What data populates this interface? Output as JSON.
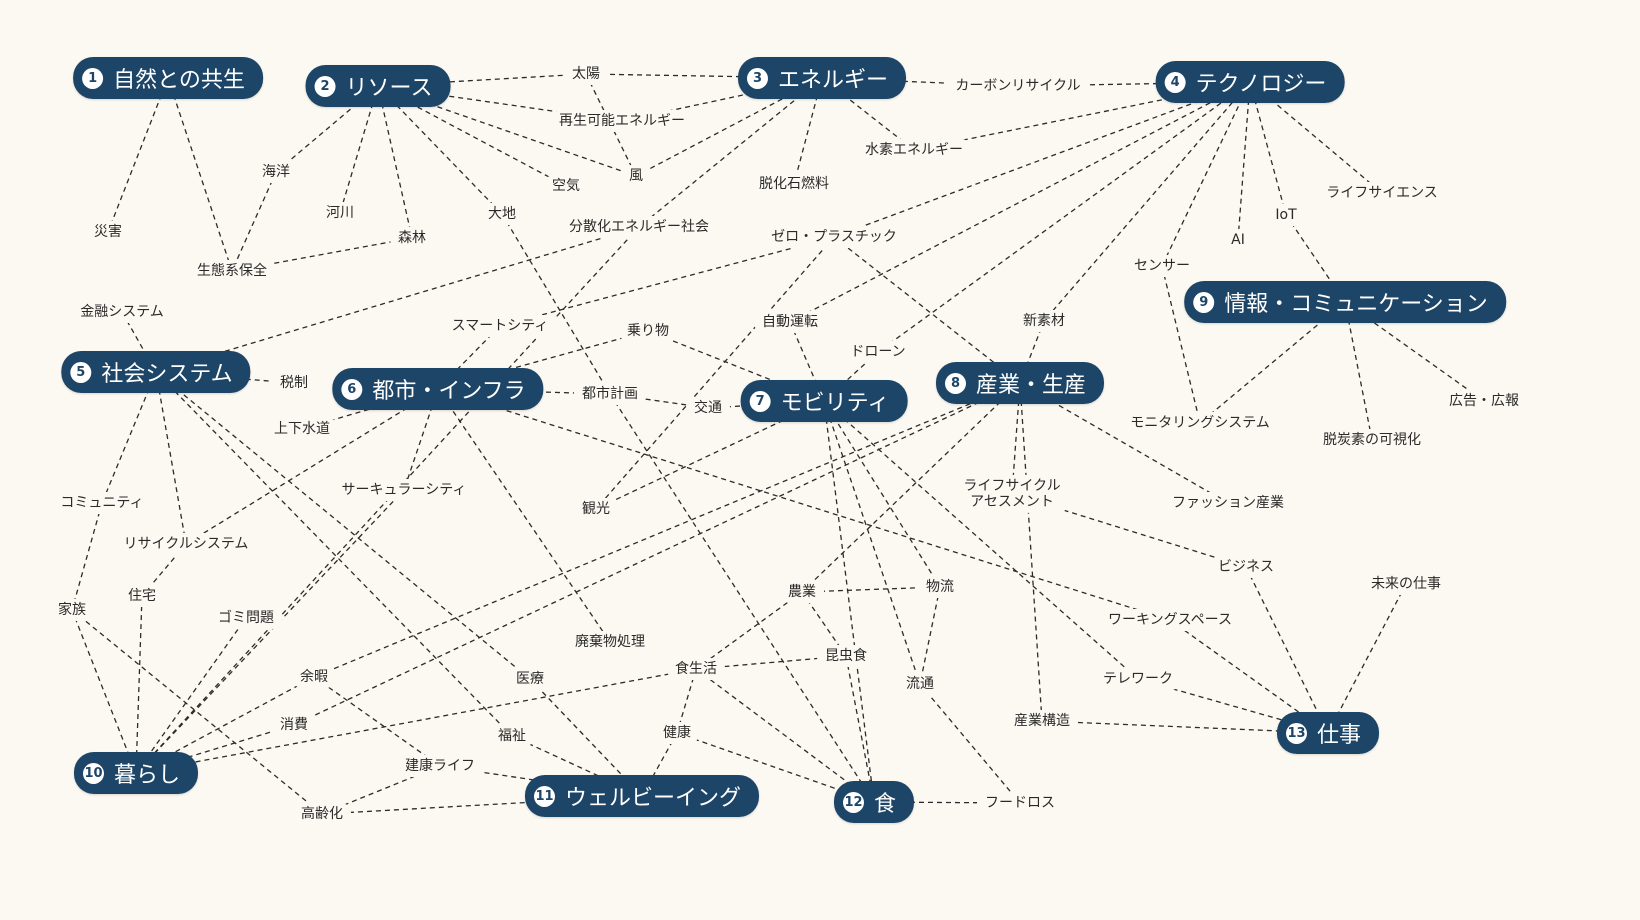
{
  "hubs": [
    {
      "id": "h1",
      "num": "1",
      "label": "自然との共生"
    },
    {
      "id": "h2",
      "num": "2",
      "label": "リソース"
    },
    {
      "id": "h3",
      "num": "3",
      "label": "エネルギー"
    },
    {
      "id": "h4",
      "num": "4",
      "label": "テクノロジー"
    },
    {
      "id": "h5",
      "num": "5",
      "label": "社会システム"
    },
    {
      "id": "h6",
      "num": "6",
      "label": "都市・インフラ"
    },
    {
      "id": "h7",
      "num": "7",
      "label": "モビリティ"
    },
    {
      "id": "h8",
      "num": "8",
      "label": "産業・生産"
    },
    {
      "id": "h9",
      "num": "9",
      "label": "情報・コミュニケーション"
    },
    {
      "id": "h10",
      "num": "10",
      "label": "暮らし"
    },
    {
      "id": "h11",
      "num": "11",
      "label": "ウェルビーイング"
    },
    {
      "id": "h12",
      "num": "12",
      "label": "食"
    },
    {
      "id": "h13",
      "num": "13",
      "label": "仕事"
    }
  ],
  "terms": [
    {
      "id": "t_taiyo",
      "label": "太陽"
    },
    {
      "id": "t_carbon",
      "label": "カーボンリサイクル"
    },
    {
      "id": "t_saisei",
      "label": "再生可能エネルギー"
    },
    {
      "id": "t_suiso",
      "label": "水素エネルギー"
    },
    {
      "id": "t_kaiyo",
      "label": "海洋"
    },
    {
      "id": "t_kuki",
      "label": "空気"
    },
    {
      "id": "t_kaze",
      "label": "風"
    },
    {
      "id": "t_datsu",
      "label": "脱化石燃料"
    },
    {
      "id": "t_lifesci",
      "label": "ライフサイエンス"
    },
    {
      "id": "t_iot",
      "label": "IoT"
    },
    {
      "id": "t_saigai",
      "label": "災害"
    },
    {
      "id": "t_kasen",
      "label": "河川"
    },
    {
      "id": "t_daichi",
      "label": "大地"
    },
    {
      "id": "t_bunsan",
      "label": "分散化エネルギー社会"
    },
    {
      "id": "t_shinrin",
      "label": "森林"
    },
    {
      "id": "t_zero",
      "label": "ゼロ・プラスチック"
    },
    {
      "id": "t_ai",
      "label": "AI"
    },
    {
      "id": "t_sensor",
      "label": "センサー"
    },
    {
      "id": "t_seitai",
      "label": "生態系保全"
    },
    {
      "id": "t_kinyu",
      "label": "金融システム"
    },
    {
      "id": "t_smart",
      "label": "スマートシティ"
    },
    {
      "id": "t_norimono",
      "label": "乗り物"
    },
    {
      "id": "t_jido",
      "label": "自動運転"
    },
    {
      "id": "t_shinsozai",
      "label": "新素材"
    },
    {
      "id": "t_drone",
      "label": "ドローン"
    },
    {
      "id": "t_zeisei",
      "label": "税制"
    },
    {
      "id": "t_toshikeikaku",
      "label": "都市計画"
    },
    {
      "id": "t_kotsu",
      "label": "交通"
    },
    {
      "id": "t_kokoku",
      "label": "広告・広報"
    },
    {
      "id": "t_monitoring",
      "label": "モニタリングシステム"
    },
    {
      "id": "t_jogesuido",
      "label": "上下水道"
    },
    {
      "id": "t_datsutanso",
      "label": "脱炭素の可視化"
    },
    {
      "id": "t_lca",
      "label": "ライフサイクル\nアセスメント"
    },
    {
      "id": "t_circular",
      "label": "サーキュラーシティ"
    },
    {
      "id": "t_community",
      "label": "コミュニティ"
    },
    {
      "id": "t_fashion",
      "label": "ファッション産業"
    },
    {
      "id": "t_kanko",
      "label": "観光"
    },
    {
      "id": "t_recycle",
      "label": "リサイクルシステム"
    },
    {
      "id": "t_business",
      "label": "ビジネス"
    },
    {
      "id": "t_mirai",
      "label": "未来の仕事"
    },
    {
      "id": "t_nogyo",
      "label": "農業"
    },
    {
      "id": "t_butsuryu",
      "label": "物流"
    },
    {
      "id": "t_jutaku",
      "label": "住宅"
    },
    {
      "id": "t_kazoku",
      "label": "家族"
    },
    {
      "id": "t_gomi",
      "label": "ゴミ問題"
    },
    {
      "id": "t_working",
      "label": "ワーキングスペース"
    },
    {
      "id": "t_haiki",
      "label": "廃棄物処理"
    },
    {
      "id": "t_konchu",
      "label": "昆虫食"
    },
    {
      "id": "t_shokuseikatsu",
      "label": "食生活"
    },
    {
      "id": "t_yoka",
      "label": "余暇"
    },
    {
      "id": "t_iryo",
      "label": "医療"
    },
    {
      "id": "t_ryutsu",
      "label": "流通"
    },
    {
      "id": "t_telework",
      "label": "テレワーク"
    },
    {
      "id": "t_sangyokozo",
      "label": "産業構造"
    },
    {
      "id": "t_shohi",
      "label": "消費"
    },
    {
      "id": "t_kenko",
      "label": "健康"
    },
    {
      "id": "t_fukushi",
      "label": "福祉"
    },
    {
      "id": "t_kenkolife",
      "label": "建康ライフ"
    },
    {
      "id": "t_foodloss",
      "label": "フードロス"
    },
    {
      "id": "t_koreika",
      "label": "高齢化"
    }
  ],
  "style": {
    "hub_color": "#1d4567",
    "edge_color": "#2b2b2b",
    "background": "#fcf9f2"
  }
}
